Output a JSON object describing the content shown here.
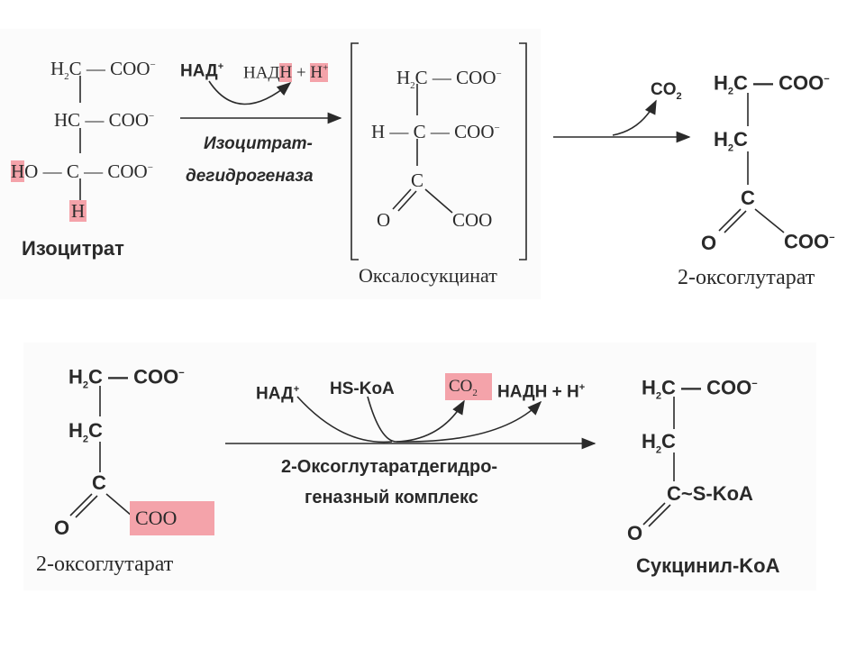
{
  "colors": {
    "highlight": "#f4a3aa",
    "ink": "#2a2a2a",
    "background": "#ffffff"
  },
  "top": {
    "isocitrate": {
      "row1_c": "H",
      "row1_sub": "2",
      "row1_rest": "C — COO",
      "row1_sup": "−",
      "row2": "HC — COO",
      "row2_sup": "−",
      "row3_h": "H",
      "row3_rest": "O — C — COO",
      "row3_sup": "−",
      "row4": "H",
      "name": "Изоцитрат"
    },
    "cofactor_in": "НАД",
    "cofactor_in_sup": "+",
    "cofactor_out_a": "НАД",
    "cofactor_out_b": "Н",
    "cofactor_out_plus": " + ",
    "cofactor_out_h": "Н",
    "cofactor_out_h_sup": "+",
    "enzyme_line1": "Изоцитрат-",
    "enzyme_line2": "дегидрогеназа",
    "oxalosuccinate": {
      "row1_c": "H",
      "row1_sub": "2",
      "row1_rest": "C — COO",
      "row1_sup": "−",
      "row2": "H — C — COO",
      "row2_sup": "−",
      "row3": "C",
      "row4_o": "O",
      "row4_coo": "COO",
      "name": "Оксалосукцинат"
    },
    "co2": "CO",
    "co2_sub": "2",
    "oxoglutarate": {
      "row1_c": "H",
      "row1_sub": "2",
      "row1_rest": "C — COO",
      "row1_sup": "−",
      "row2": "H",
      "row2_sub": "2",
      "row2_rest": "C",
      "row3": "C",
      "row4_o": "O",
      "row4_coo": "COO",
      "row4_sup": "−",
      "name": "2-оксоглутарат"
    }
  },
  "bottom": {
    "oxoglutarate": {
      "row1_c": "H",
      "row1_sub": "2",
      "row1_rest": "C — COO",
      "row1_sup": "−",
      "row2": "H",
      "row2_sub": "2",
      "row2_rest": "C",
      "row3": "C",
      "row4_o": "O",
      "row4_coo": "COO",
      "name": "2-оксоглутарат"
    },
    "nad": "НАД",
    "nad_sup": "+",
    "hskoa": "HS-KoA",
    "co2": "CO",
    "co2_sub": "2",
    "nadh": "НАДН + Н",
    "nadh_sup": "+",
    "enzyme_line1": "2-Оксоглутаратдегидро-",
    "enzyme_line2": "геназный комплекс",
    "succinylcoa": {
      "row1_c": "H",
      "row1_sub": "2",
      "row1_rest": "C — COO",
      "row1_sup": "−",
      "row2": "H",
      "row2_sub": "2",
      "row2_rest": "C",
      "row3": "C~S-KoA",
      "row4_o": "O",
      "name": "Сукцинил-KoA"
    }
  }
}
